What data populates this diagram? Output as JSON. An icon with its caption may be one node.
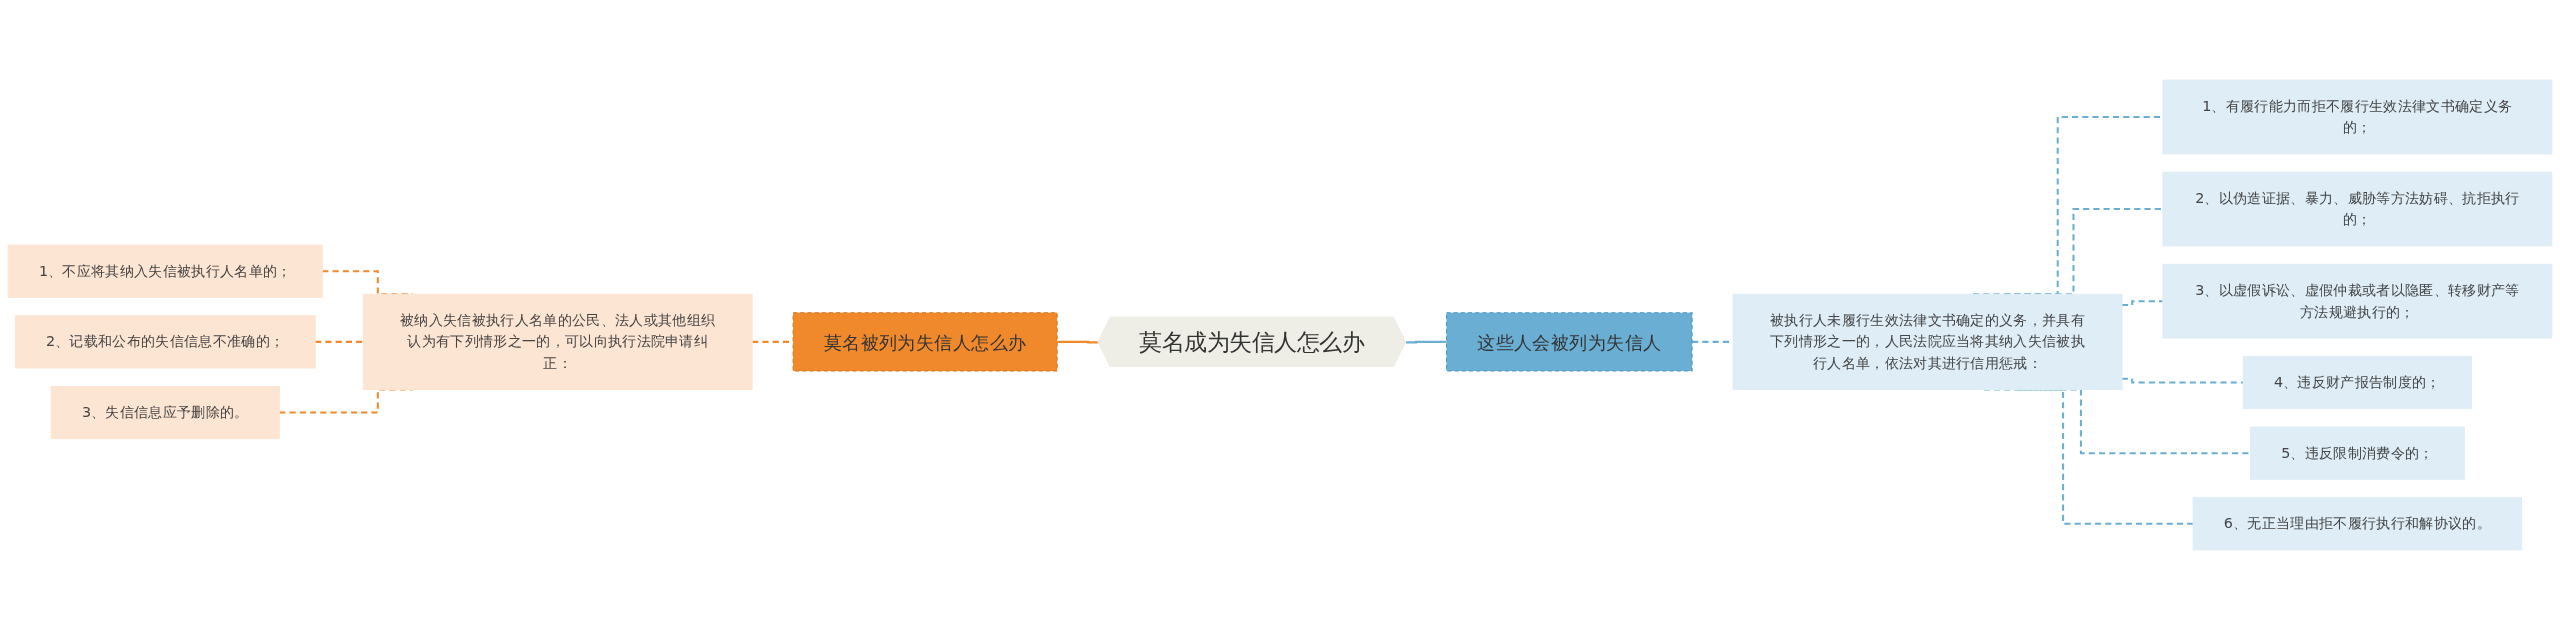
{
  "diagram": {
    "nodes": [
      {
        "text": [
          "莫名成为失信人怎么办"
        ]
      },
      {
        "text": [
          "莫名被列为失信人怎么办"
        ]
      },
      {
        "text": [
          "被纳入失信被执行人名单的公民、法人或其他组织认为有下列情形之一的，可以向执行法院申请纠正："
        ]
      },
      {
        "text": [
          "1、不应将其纳入失信被执行人名单的；"
        ]
      },
      {
        "text": [
          "2、记载和公布的失信信息不准确的；"
        ]
      },
      {
        "text": [
          "3、失信信息应予删除的。"
        ]
      },
      {
        "text": [
          "这些人会被列为失信人"
        ]
      },
      {
        "text": [
          "被执行人未履行生效法律文书确定的义务，并具有下列情形之一的，人民法院应当将其纳入失信被执行人名单，依法对其进行信用惩戒："
        ]
      },
      {
        "text": [
          "1、有履行能力而拒不履行生效法律文书确定义务的；"
        ]
      },
      {
        "text": [
          "2、以伪造证据、暴力、威胁等方法妨碍、抗拒执行的；"
        ]
      },
      {
        "text": [
          "3、以虚假诉讼、虚假仲裁或者以隐匿、转移财产等方法规避执行的；"
        ]
      },
      {
        "text": [
          "4、违反财产报告制度的；"
        ]
      },
      {
        "text": [
          "5、违反限制消费令的；"
        ]
      },
      {
        "text": [
          "6、无正当理由拒不履行执行和解协议的。"
        ]
      }
    ],
    "edges": [
      {
        "from": 3,
        "to": 2,
        "arrow": "none",
        "style": "dashed",
        "color": "#f0892b"
      },
      {
        "from": 4,
        "to": 2,
        "arrow": "none",
        "style": "dashed",
        "color": "#f0892b"
      },
      {
        "from": 5,
        "to": 2,
        "arrow": "none",
        "style": "dashed",
        "color": "#f0892b"
      },
      {
        "from": 2,
        "to": 1,
        "arrow": "none",
        "style": "dashed",
        "color": "#f0892b"
      },
      {
        "from": 1,
        "to": 0,
        "arrow": "none",
        "color": "#f0892b"
      },
      {
        "from": 0,
        "to": 6,
        "arrow": "none"
      },
      {
        "from": 6,
        "to": 7,
        "arrow": "none",
        "style": "dashed"
      },
      {
        "from": 7,
        "to": 8,
        "arrow": "none",
        "style": "dashed"
      },
      {
        "from": 7,
        "to": 9,
        "arrow": "none",
        "style": "dashed"
      },
      {
        "from": 7,
        "to": 10,
        "arrow": "none",
        "style": "dashed"
      },
      {
        "from": 7,
        "to": 11,
        "arrow": "none",
        "style": "dashed"
      },
      {
        "from": 7,
        "to": 12,
        "arrow": "none",
        "style": "dashed"
      },
      {
        "from": 7,
        "to": 13,
        "arrow": "none",
        "style": "dashed"
      }
    ]
  }
}
